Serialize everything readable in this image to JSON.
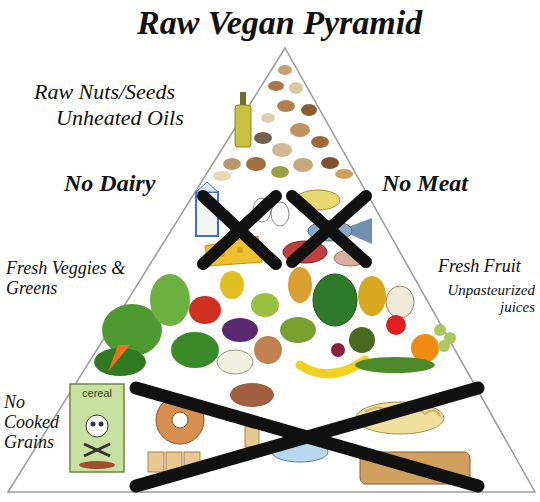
{
  "diagram": {
    "title": "Raw Vegan Pyramid",
    "labels": [
      "Raw Nuts/Seeds",
      "Unheated Oils",
      "No Dairy",
      "No Meat",
      "Fresh Veggies & Greens",
      "Fresh Fruit",
      "Unpasteurized juices",
      "No Cooked Grains",
      "cereal"
    ]
  }
}
